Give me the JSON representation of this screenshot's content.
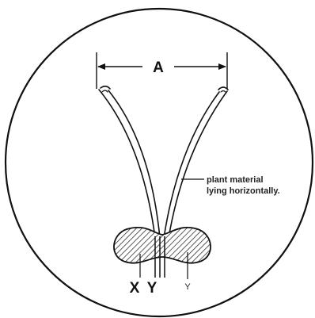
{
  "diagram": {
    "width_label": "A",
    "annotation_line1": "plant material",
    "annotation_line2": "lying horizontally.",
    "label_x": "X",
    "label_y_large": "Y",
    "label_y_small": "Y",
    "colors": {
      "ink": "#111111",
      "background": "#ffffff"
    }
  }
}
